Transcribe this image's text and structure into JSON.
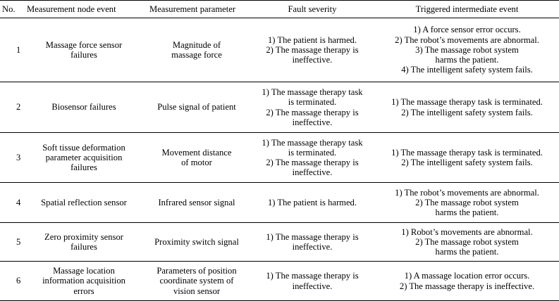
{
  "headers": {
    "no": "No.",
    "node_event": "Measurement node event",
    "parameter": "Measurement parameter",
    "severity": "Fault severity",
    "intermediate": "Triggered intermediate event"
  },
  "rows": [
    {
      "no": "1",
      "node_event": [
        "Massage force sensor",
        "failures"
      ],
      "parameter": [
        "Magnitude of",
        "massage force"
      ],
      "severity": [
        "1) The patient is harmed.",
        "2) The massage therapy is",
        "ineffective."
      ],
      "intermediate": [
        "1) A force sensor error occurs.",
        "2) The robot’s movements are abnormal.",
        "3) The massage robot system",
        "harms the patient.",
        "4) The intelligent safety system fails."
      ]
    },
    {
      "no": "2",
      "node_event": [
        "Biosensor failures"
      ],
      "parameter": [
        "Pulse signal of patient"
      ],
      "severity": [
        "1) The massage therapy task",
        "is terminated.",
        "2) The massage therapy is",
        "ineffective."
      ],
      "intermediate": [
        "1) The massage therapy task is terminated.",
        "2) The intelligent safety system fails."
      ]
    },
    {
      "no": "3",
      "node_event": [
        "Soft tissue deformation",
        "parameter acquisition",
        "failures"
      ],
      "parameter": [
        "Movement distance",
        "of motor"
      ],
      "severity": [
        "1) The massage therapy task",
        "is terminated.",
        "2) The massage therapy is",
        "ineffective."
      ],
      "intermediate": [
        "1) The massage therapy task is terminated.",
        "2) The intelligent safety system fails."
      ]
    },
    {
      "no": "4",
      "node_event": [
        "Spatial reflection sensor"
      ],
      "parameter": [
        "Infrared sensor signal"
      ],
      "severity": [
        "1) The patient is harmed."
      ],
      "intermediate": [
        "1) The robot’s movements are abnormal.",
        "2) The massage robot system",
        "harms the patient."
      ]
    },
    {
      "no": "5",
      "node_event": [
        "Zero proximity sensor",
        "failures"
      ],
      "parameter": [
        "Proximity switch signal"
      ],
      "severity": [
        "1) The massage therapy is",
        "ineffective."
      ],
      "intermediate": [
        "1) Robot’s movements are abnormal.",
        "2) The massage robot system",
        "harms the patient."
      ]
    },
    {
      "no": "6",
      "node_event": [
        "Massage location",
        "information acquisition",
        "errors"
      ],
      "parameter": [
        "Parameters of position",
        "coordinate system of",
        "vision sensor"
      ],
      "severity": [
        "1) The massage therapy is",
        "ineffective."
      ],
      "intermediate": [
        "1) A massage location error occurs.",
        "2) The massage therapy is ineffective."
      ]
    }
  ]
}
